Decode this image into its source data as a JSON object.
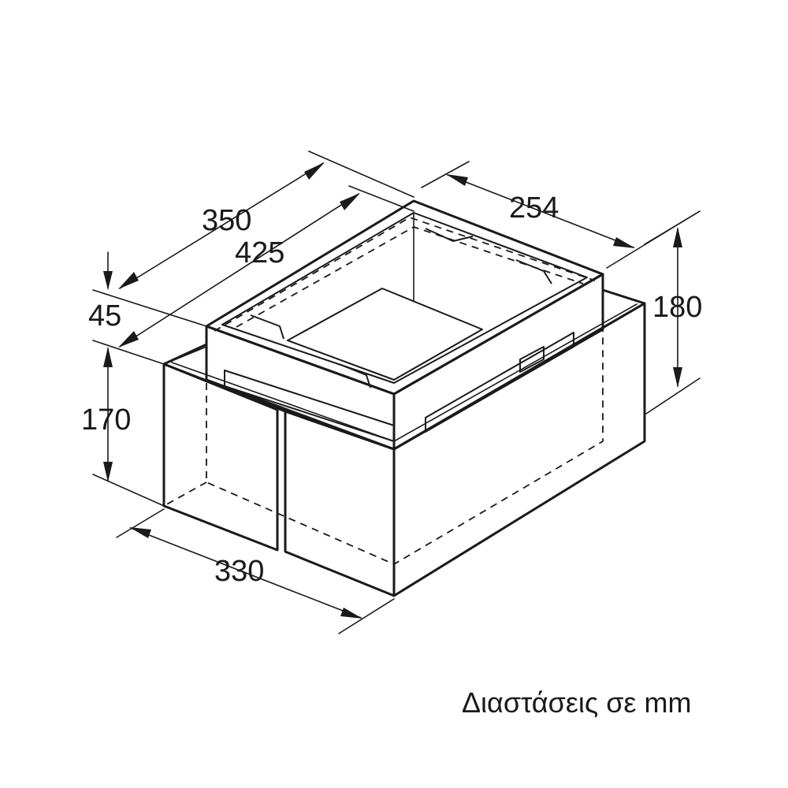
{
  "diagram": {
    "dimensions": {
      "top_depth_inner": "350",
      "top_depth_outer": "425",
      "top_width": "254",
      "top_height": "180",
      "offset": "45",
      "base_height": "170",
      "base_width": "330"
    },
    "caption": "Διαστάσεις σε mm"
  }
}
